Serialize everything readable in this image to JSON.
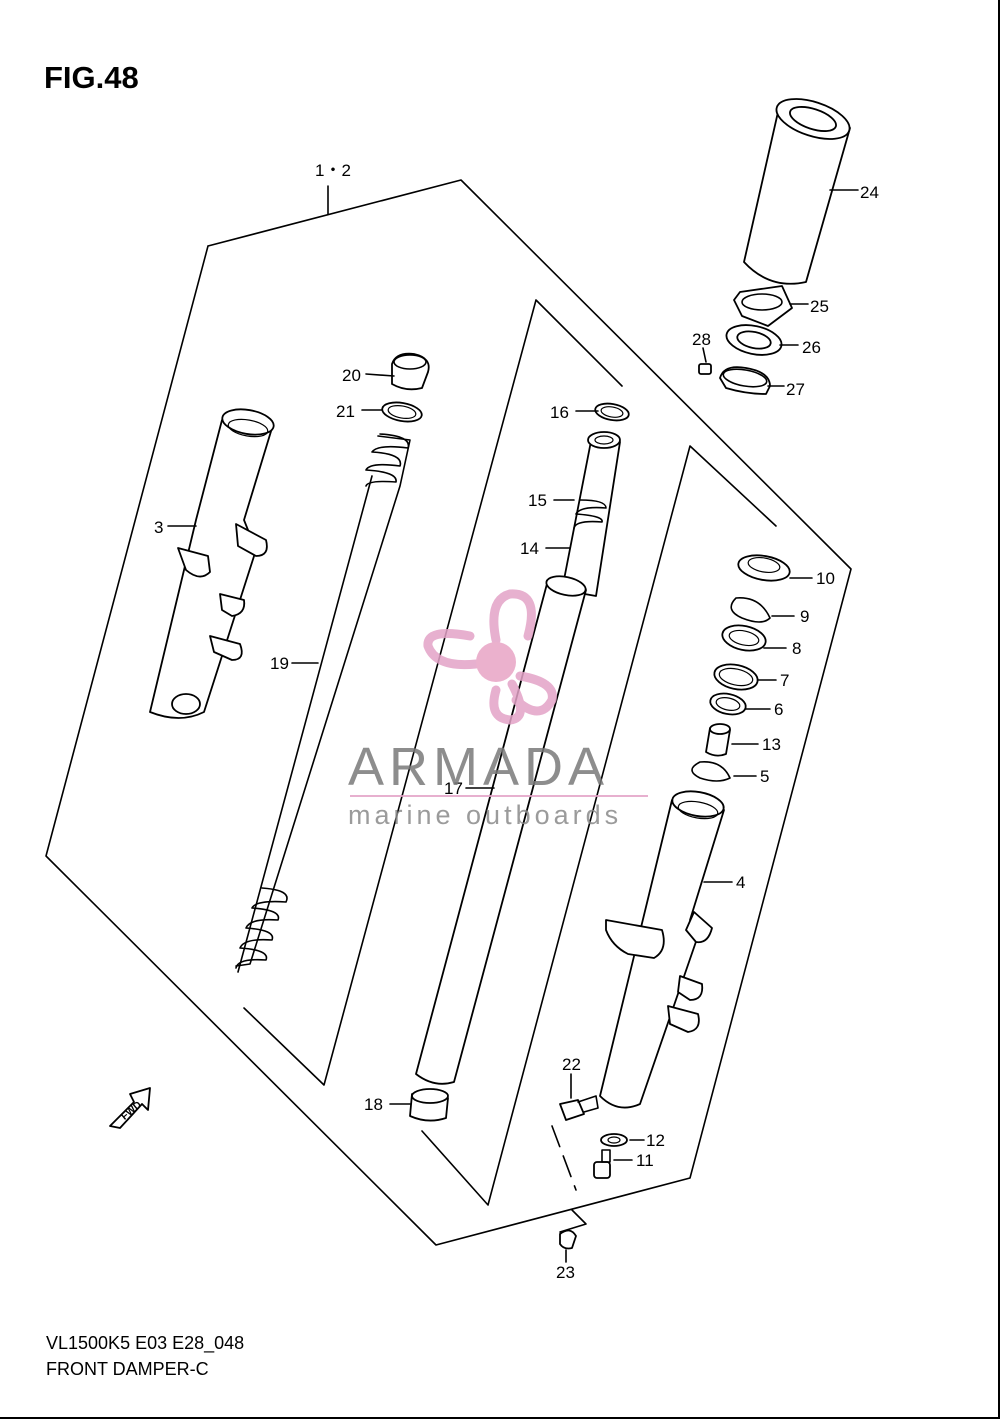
{
  "figure": {
    "title": "FIG.48",
    "model_code": "VL1500K5 E03 E28_048",
    "name": "FRONT DAMPER-C"
  },
  "callouts": [
    {
      "id": "assembly",
      "label": "1・2"
    },
    {
      "id": "p3",
      "label": "3"
    },
    {
      "id": "p4",
      "label": "4"
    },
    {
      "id": "p5",
      "label": "5"
    },
    {
      "id": "p6",
      "label": "6"
    },
    {
      "id": "p7",
      "label": "7"
    },
    {
      "id": "p8",
      "label": "8"
    },
    {
      "id": "p9",
      "label": "9"
    },
    {
      "id": "p10",
      "label": "10"
    },
    {
      "id": "p11",
      "label": "11"
    },
    {
      "id": "p12",
      "label": "12"
    },
    {
      "id": "p13",
      "label": "13"
    },
    {
      "id": "p14",
      "label": "14"
    },
    {
      "id": "p15",
      "label": "15"
    },
    {
      "id": "p16",
      "label": "16"
    },
    {
      "id": "p17",
      "label": "17"
    },
    {
      "id": "p18",
      "label": "18"
    },
    {
      "id": "p19",
      "label": "19"
    },
    {
      "id": "p20",
      "label": "20"
    },
    {
      "id": "p21",
      "label": "21"
    },
    {
      "id": "p22",
      "label": "22"
    },
    {
      "id": "p23",
      "label": "23"
    },
    {
      "id": "p24",
      "label": "24"
    },
    {
      "id": "p25",
      "label": "25"
    },
    {
      "id": "p26",
      "label": "26"
    },
    {
      "id": "p27",
      "label": "27"
    },
    {
      "id": "p28",
      "label": "28"
    }
  ],
  "fwd_arrow": {
    "label": "FWD"
  },
  "watermark": {
    "brand": "ARMADA",
    "tagline": "marine outboards",
    "logo_color": "#e3a3c7",
    "logo_center_color": "#e8a4c5"
  }
}
